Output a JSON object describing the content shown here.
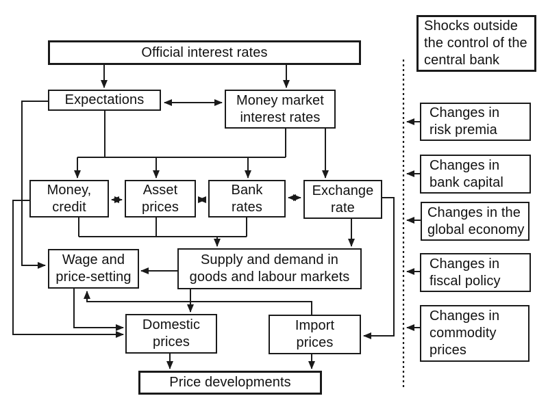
{
  "colors": {
    "background": "#ffffff",
    "line": "#1a1a1a",
    "box_border": "#1a1a1a",
    "text": "#111111"
  },
  "boxes": {
    "official_interest_rates": {
      "label": "Official interest rates"
    },
    "expectations": {
      "label": "Expectations"
    },
    "money_market": {
      "label": "Money market\ninterest rates"
    },
    "money_credit": {
      "label": "Money,\ncredit"
    },
    "asset_prices": {
      "label": "Asset\nprices"
    },
    "bank_rates": {
      "label": "Bank\nrates"
    },
    "exchange_rate": {
      "label": "Exchange\nrate"
    },
    "wage_price_setting": {
      "label": "Wage and\nprice-setting"
    },
    "supply_demand": {
      "label": "Supply and demand in\ngoods and labour markets"
    },
    "domestic_prices": {
      "label": "Domestic\nprices"
    },
    "import_prices": {
      "label": "Import\nprices"
    },
    "price_developments": {
      "label": "Price developments"
    },
    "shocks_header": {
      "label": "Shocks outside\nthe control of the\ncentral bank"
    },
    "risk_premia": {
      "label": "Changes in\nrisk premia"
    },
    "bank_capital": {
      "label": "Changes in\nbank capital"
    },
    "global_economy": {
      "label": "Changes in the\nglobal economy"
    },
    "fiscal_policy": {
      "label": "Changes in\nfiscal policy"
    },
    "commodity_prices": {
      "label": "Changes in\ncommodity\nprices"
    }
  },
  "connections": [
    "Official interest rates -> Expectations",
    "Official interest rates -> Money market interest rates",
    "Expectations <-> Money market interest rates",
    "Expectations -> Money, credit / Asset prices / Bank rates",
    "Money market interest rates -> Money, credit / Asset prices / Bank rates",
    "Money market interest rates -> Exchange rate",
    "Money, credit <-> Asset prices",
    "Asset prices <-> Bank rates",
    "Bank rates <-> Exchange rate",
    "Money, credit / Asset prices / Bank rates -> Supply and demand in goods and labour markets",
    "Exchange rate -> Supply and demand in goods and labour markets",
    "Exchange rate -> Import prices",
    "Supply and demand in goods and labour markets -> Wage and price-setting",
    "Supply and demand in goods and labour markets -> Domestic prices",
    "Expectations -> Wage and price-setting",
    "Money, credit -> Domestic prices",
    "Wage and price-setting -> Domestic prices",
    "Import prices -> Wage and price-setting",
    "Domestic prices -> Price developments",
    "Import prices -> Price developments",
    "Changes in risk premia -> transmission chain",
    "Changes in bank capital -> transmission chain",
    "Changes in the global economy -> transmission chain",
    "Changes in fiscal policy -> transmission chain",
    "Changes in commodity prices -> transmission chain"
  ]
}
